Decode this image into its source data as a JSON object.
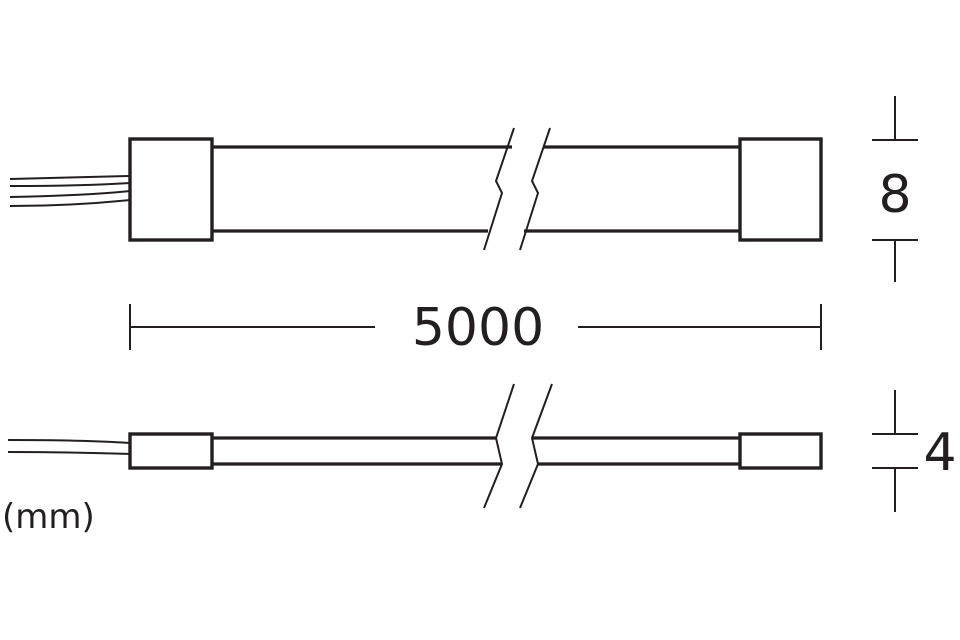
{
  "dimensions": {
    "length": "5000",
    "top_height": "8",
    "bottom_height": "4"
  },
  "units": "(mm)",
  "colors": {
    "line": "#231f20",
    "background": "#ffffff"
  }
}
